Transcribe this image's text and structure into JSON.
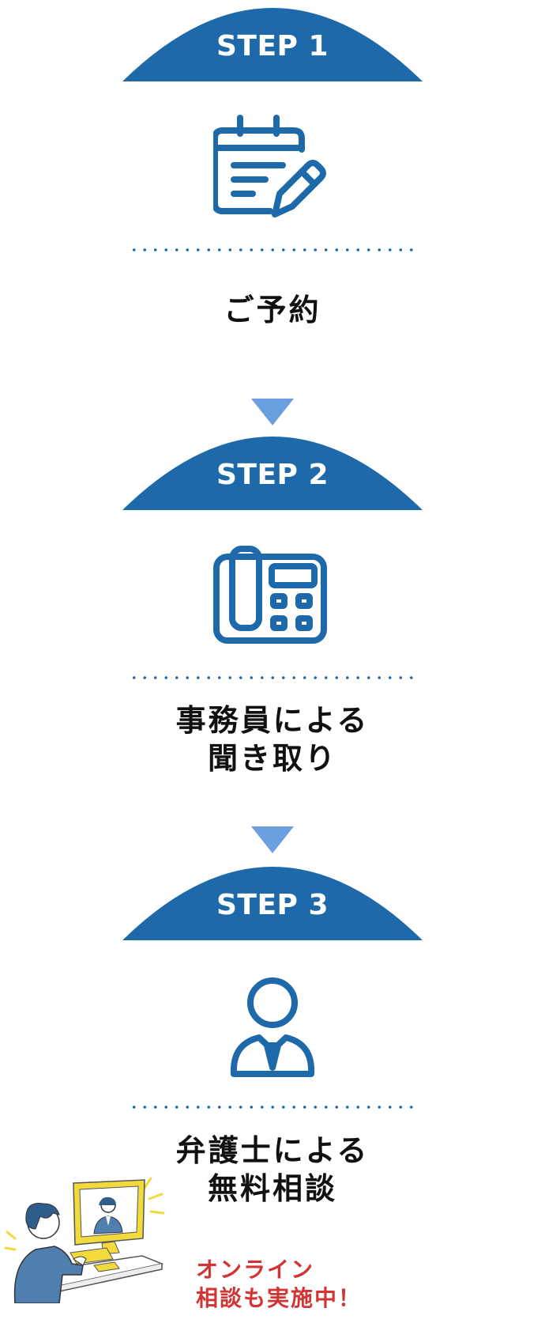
{
  "steps": [
    {
      "label": "STEP 1",
      "icon": "calendar-edit-icon",
      "title_lines": [
        "ご予約"
      ]
    },
    {
      "label": "STEP 2",
      "icon": "office-phone-icon",
      "title_lines": [
        "事務員による",
        "聞き取り"
      ]
    },
    {
      "label": "STEP 3",
      "icon": "lawyer-person-icon",
      "title_lines": [
        "弁護士による",
        "無料相談"
      ]
    }
  ],
  "online_note": {
    "line1": "オンライン",
    "line2": "相談も実施中！"
  },
  "colors": {
    "primary": "#1e69a9",
    "arrow": "#6b9fe0",
    "accent_red": "#d13434",
    "illustration_yellow": "#f2da3d"
  }
}
